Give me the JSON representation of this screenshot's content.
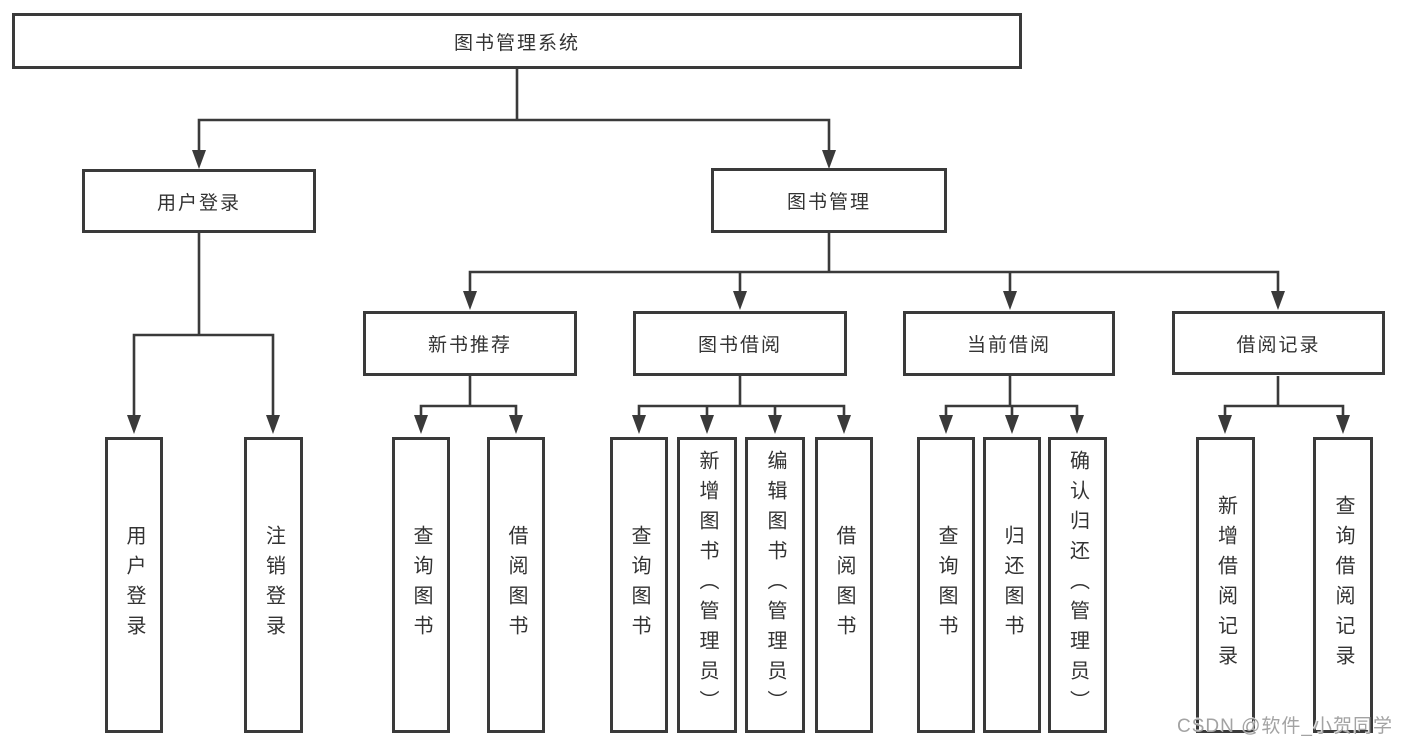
{
  "diagram": {
    "title": "图书管理系统",
    "user_login": {
      "label": "用户登录",
      "children": [
        {
          "label": "用户登录"
        },
        {
          "label": "注销登录"
        }
      ]
    },
    "book_mgmt": {
      "label": "图书管理",
      "sections": [
        {
          "label": "新书推荐",
          "children": [
            {
              "label": "查询图书"
            },
            {
              "label": "借阅图书"
            }
          ]
        },
        {
          "label": "图书借阅",
          "children": [
            {
              "label": "查询图书"
            },
            {
              "label": "新增图书（管理员）"
            },
            {
              "label": "编辑图书（管理员）"
            },
            {
              "label": "借阅图书"
            }
          ]
        },
        {
          "label": "当前借阅",
          "children": [
            {
              "label": "查询图书"
            },
            {
              "label": "归还图书"
            },
            {
              "label": "确认归还（管理员）"
            }
          ]
        },
        {
          "label": "借阅记录",
          "children": [
            {
              "label": "新增借阅记录"
            },
            {
              "label": "查询借阅记录"
            }
          ]
        }
      ]
    }
  },
  "watermark": "CSDN @软件_小贺同学",
  "colors": {
    "line": "#3a3a3a",
    "text": "#333333",
    "watermark": "#a3a3a3",
    "background": "#ffffff"
  }
}
